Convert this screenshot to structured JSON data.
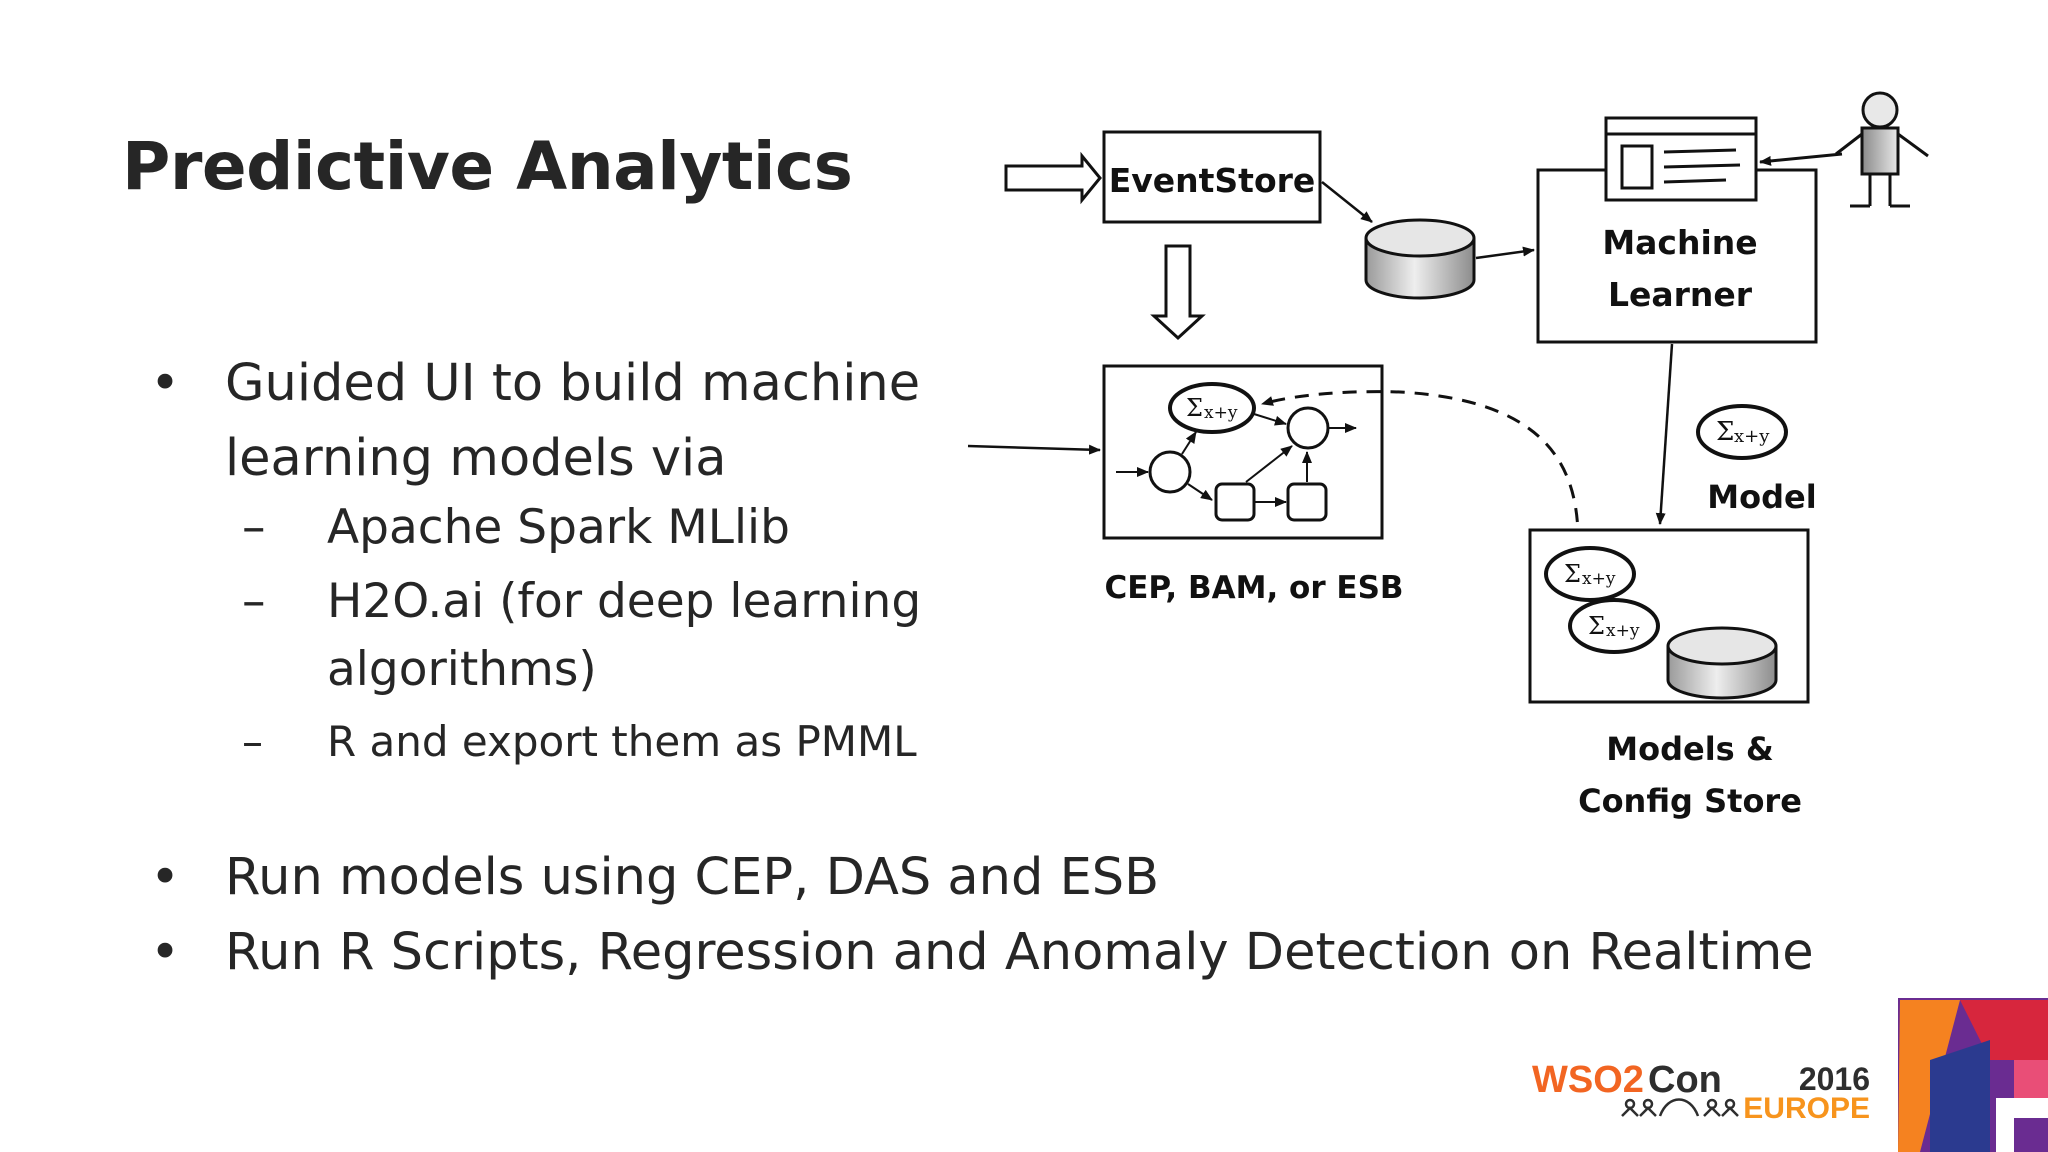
{
  "slide": {
    "title": "Predictive Analytics",
    "bullets": [
      {
        "text_line1": "Guided UI to build machine",
        "text_line2": "learning models via",
        "subitems": [
          {
            "text": "Apache Spark MLlib"
          },
          {
            "text_line1": "H2O.ai (for deep learning",
            "text_line2": "algorithms)"
          },
          {
            "text": "R and export them as PMML"
          }
        ]
      },
      {
        "text": "Run models using CEP, DAS and ESB"
      },
      {
        "text": "Run R Scripts, Regression and Anomaly Detection on Realtime"
      }
    ],
    "bullet_glyph": "•",
    "dash_glyph": "–"
  },
  "diagram": {
    "eventstore_label": "EventStore",
    "machine_learner_label_line1": "Machine",
    "machine_learner_label_line2": "Learner",
    "cep_label": "CEP, BAM, or ESB",
    "model_label": "Model",
    "models_store_label_line1": "Models &",
    "models_store_label_line2": "Config Store",
    "sigma_text": "Σ",
    "sigma_sub": "x+y",
    "icons": [
      "database-icon",
      "person-icon",
      "ui-window-icon",
      "model-sigma-icon"
    ]
  },
  "footer": {
    "logo_wso2": "WSO2",
    "logo_con": "Con",
    "logo_year": "2016",
    "logo_region": "EUROPE",
    "colors": {
      "wso2_orange": "#f26522",
      "con_dark": "#2e2e2e",
      "europe_orange": "#f7941d",
      "corner_purple": "#6a2c91",
      "corner_red": "#d7263d",
      "corner_blue": "#2b3a8f",
      "corner_orange": "#f58220"
    }
  }
}
